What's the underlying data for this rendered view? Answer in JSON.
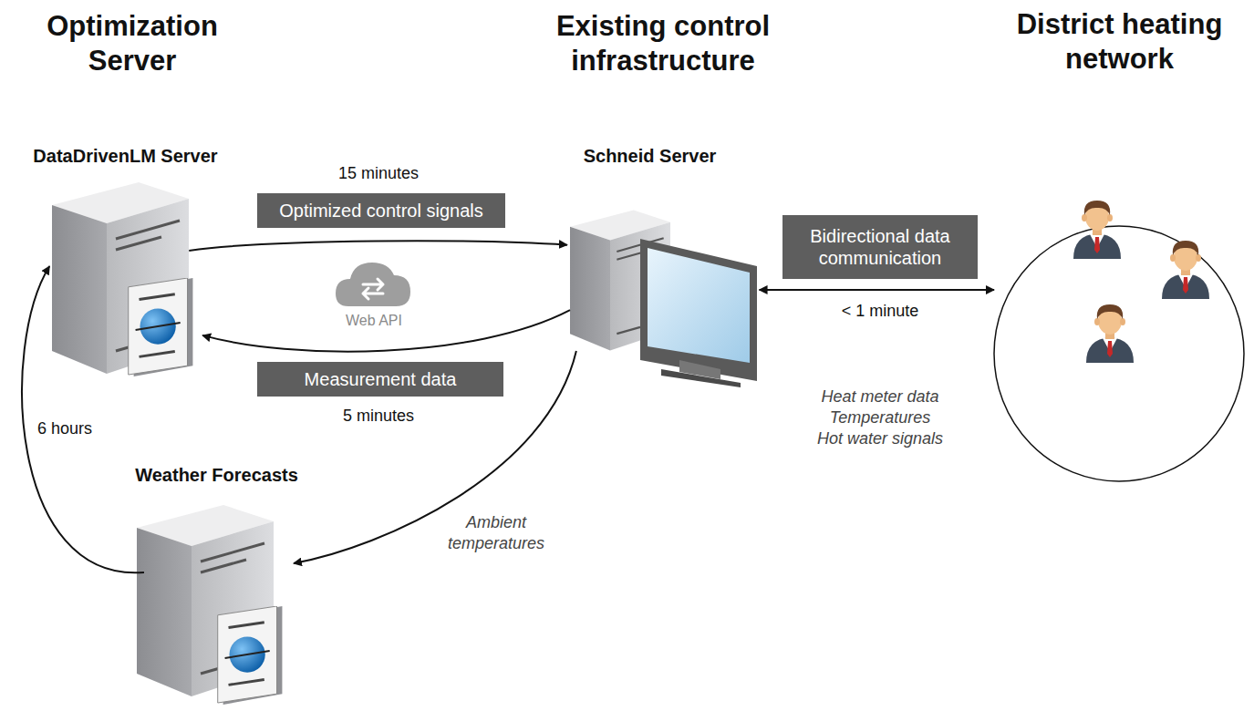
{
  "diagram": {
    "nodes": [
      {
        "text": [
          "DataDrivenLM Server"
        ]
      },
      {
        "text": [
          "Schneid Server"
        ]
      },
      {
        "text": [
          "Weather Forecasts"
        ]
      },
      {
        "text": [
          "District heating network"
        ]
      }
    ],
    "edges": [
      {
        "from": 0,
        "to": 1,
        "arrow": "to",
        "label": "Optimized control signals"
      },
      {
        "from": 1,
        "to": 0,
        "arrow": "to",
        "label": "Measurement data"
      },
      {
        "from": 1,
        "to": 3,
        "arrow": "both",
        "label": "Bidirectional data communication"
      },
      {
        "from": 1,
        "to": 2,
        "arrow": "to",
        "label": "Ambient temperatures"
      },
      {
        "from": 2,
        "to": 0,
        "arrow": "to",
        "label": "6 hours"
      }
    ],
    "labels": [
      "Optimization Server",
      "Existing control infrastructure",
      "15 minutes",
      "Web API",
      "5 minutes",
      "< 1 minute",
      "Heat meter data",
      "Temperatures",
      "Hot water signals"
    ]
  }
}
